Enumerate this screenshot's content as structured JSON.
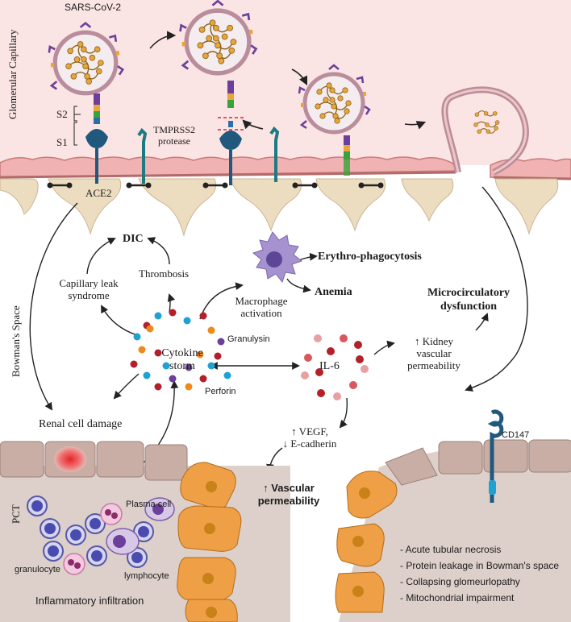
{
  "regions": {
    "glomerular_capillary": "Glomerular Capillary",
    "bowmans_space": "Bowman's Space",
    "pct": "PCT"
  },
  "virus": {
    "label": "SARS-CoV-2",
    "s2": "S2",
    "s1": "S1"
  },
  "receptors": {
    "ace2": "ACE2",
    "tmprss2_line1": "TMPRSS2",
    "tmprss2_line2": "protease",
    "cd147": "CD147"
  },
  "cascade": {
    "dic": "DIC",
    "thrombosis": "Thrombosis",
    "capillary_leak_line1": "Capillary leak",
    "capillary_leak_line2": "syndrome",
    "macrophage_line1": "Macrophage",
    "macrophage_line2": "activation",
    "erythrophagocytosis": "Erythro-phagocytosis",
    "anemia": "Anemia",
    "microcirc_line1": "Microcirculatory",
    "microcirc_line2": "dysfunction",
    "cytokine_line1": "Cytokine",
    "cytokine_line2": "storm",
    "granulysin": "Granulysin",
    "perforin": "Perforin",
    "il6": "IL-6",
    "kidney_line1": "↑ Kidney",
    "kidney_line2": "vascular",
    "kidney_line3": "permeability",
    "vegf_line1": "↑ VEGF,",
    "vegf_line2": "↓ E-cadherin",
    "vasc_line1": "↑ Vascular",
    "vasc_line2": "permeability",
    "renal_damage": "Renal cell damage"
  },
  "infiltrate": {
    "plasma_cell": "Plasma cell",
    "granulocyte": "granulocyte",
    "lymphocyte": "lymphocyte",
    "title": "Inflammatory infiltration"
  },
  "outcomes": [
    "Acute tubular necrosis",
    "Protein leakage in Bowman's space",
    "Collapsing glomeurlopathy",
    "Mitochondrial impairment"
  ],
  "colors": {
    "capillary_bg": "#fbe4e4",
    "endothelium": "#e89a9a",
    "podocyte": "#ecdcc0",
    "tubule_cell": "#c9aea6",
    "tubule_orange": "#ef9f45",
    "cytokine_red": "#b3202a",
    "cytokine_blue": "#1fa1d3",
    "cytokine_orange": "#ee8a1d",
    "cytokine_purple": "#6c3f9a",
    "macrophage": "#a592cf",
    "receptor_blue": "#21587e",
    "teal": "#1d7a80"
  }
}
